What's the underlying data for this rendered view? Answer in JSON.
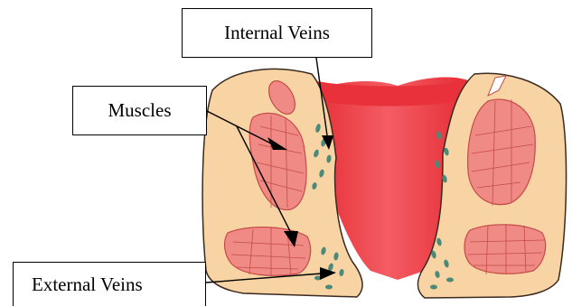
{
  "labels": {
    "internal_veins": "Internal Veins",
    "muscles": "Muscles",
    "external_veins": "External Veins"
  },
  "colors": {
    "background": "#ffffff",
    "tissue": "#f8d3a3",
    "tissue_outline": "#3a2a20",
    "canal": "#e8313a",
    "canal_highlight": "#f46a6f",
    "muscle": "#f08a84",
    "muscle_outline": "#c44b4a",
    "vein": "#4a8a78",
    "arrow": "#000000"
  },
  "icons": {
    "arrowheads": "triangle-arrowhead-icon"
  }
}
